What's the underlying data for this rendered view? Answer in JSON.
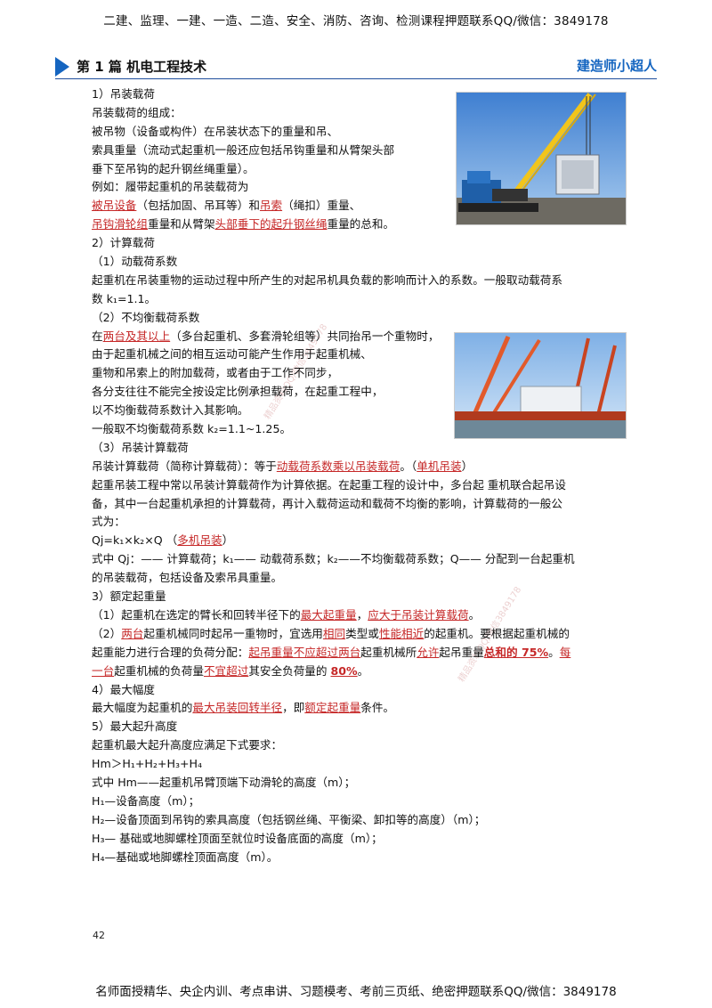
{
  "top_banner": "二建、监理、一建、一造、二造、安全、消防、咨询、检测课程押题联系QQ/微信：3849178",
  "header": {
    "title": "第 1 篇  机电工程技术",
    "brand": "建造师小超人"
  },
  "watermark": "精品资料QQ/微信3849178",
  "lines": [
    [
      {
        "t": "1）吊装载荷"
      }
    ],
    [
      {
        "t": "吊装载荷的组成："
      }
    ],
    [
      {
        "t": "被吊物（设备或构件）在吊装状态下的重量和吊、"
      }
    ],
    [
      {
        "t": "索具重量（流动式起重机一般还应包括吊钩重量和从臂架头部"
      }
    ],
    [
      {
        "t": "垂下至吊钩的起升钢丝绳重量）。"
      }
    ],
    [
      {
        "t": "例如：履带起重机的吊装载荷为"
      }
    ],
    [
      {
        "t": "被吊设备",
        "s": "u"
      },
      {
        "t": "（包括加固、吊耳等）和"
      },
      {
        "t": "吊索",
        "s": "u"
      },
      {
        "t": "（绳扣）重量、"
      }
    ],
    [
      {
        "t": "吊钩滑轮组",
        "s": "u"
      },
      {
        "t": "重量和从臂架"
      },
      {
        "t": "头部垂下的起升钢丝绳",
        "s": "u"
      },
      {
        "t": "重量的总和。"
      }
    ],
    [
      {
        "t": "2）计算载荷"
      }
    ],
    [
      {
        "t": "（1）动载荷系数"
      }
    ],
    [
      {
        "t": "起重机在吊装重物的运动过程中所产生的对起吊机具负载的影响而计入的系数。一般取动载荷系"
      }
    ],
    [
      {
        "t": "数 k₁=1.1。"
      }
    ],
    [
      {
        "t": "（2）不均衡载荷系数"
      }
    ],
    [
      {
        "t": "在"
      },
      {
        "t": "两台及其以上",
        "s": "u"
      },
      {
        "t": "（多台起重机、多套滑轮组等）共同抬吊一个重物时，"
      }
    ],
    [
      {
        "t": "由于起重机械之间的相互运动可能产生作用于起重机械、"
      }
    ],
    [
      {
        "t": "重物和吊索上的附加载荷，或者由于工作不同步，"
      }
    ],
    [
      {
        "t": "各分支往往不能完全按设定比例承担载荷，在起重工程中，"
      }
    ],
    [
      {
        "t": "以不均衡载荷系数计入其影响。"
      }
    ],
    [
      {
        "t": "一般取不均衡载荷系数 k₂=1.1~1.25。"
      }
    ],
    [
      {
        "t": "（3）吊装计算载荷"
      }
    ],
    [
      {
        "t": "吊装计算载荷（简称计算载荷）：等于"
      },
      {
        "t": "动载荷系数乘以吊装载荷",
        "s": "u"
      },
      {
        "t": "。（"
      },
      {
        "t": "单机吊装",
        "s": "u"
      },
      {
        "t": "）"
      }
    ],
    [
      {
        "t": "起重吊装工程中常以吊装计算载荷作为计算依据。在起重工程的设计中，多台起 重机联合起吊设"
      }
    ],
    [
      {
        "t": "备，其中一台起重机承担的计算载荷，再计入载荷运动和载荷不均衡的影响，计算载荷的一般公"
      }
    ],
    [
      {
        "t": "式为："
      }
    ],
    [
      {
        "t": "Qj=k₁×k₂×Q （"
      },
      {
        "t": "多机吊装",
        "s": "u"
      },
      {
        "t": "）"
      }
    ],
    [
      {
        "t": "式中 Qj：—— 计算载荷；k₁—— 动载荷系数；k₂——不均衡载荷系数；Q—— 分配到一台起重机"
      }
    ],
    [
      {
        "t": "的吊装载荷，包括设备及索吊具重量。"
      }
    ],
    [
      {
        "t": "3）额定起重量"
      }
    ],
    [
      {
        "t": "（1）起重机在选定的臂长和回转半径下的"
      },
      {
        "t": "最大起重量",
        "s": "u"
      },
      {
        "t": "，"
      },
      {
        "t": "应大于吊装计算载荷",
        "s": "u"
      },
      {
        "t": "。"
      }
    ],
    [
      {
        "t": "（2）"
      },
      {
        "t": "两台",
        "s": "u"
      },
      {
        "t": "起重机械同时起吊一重物时，宜选用"
      },
      {
        "t": "相同",
        "s": "u"
      },
      {
        "t": "类型或"
      },
      {
        "t": "性能相近",
        "s": "u"
      },
      {
        "t": "的起重机。要根据起重机械的"
      }
    ],
    [
      {
        "t": "起重能力进行合理的负荷分配："
      },
      {
        "t": "起吊重量不应超过两台",
        "s": "u"
      },
      {
        "t": "起重机械所"
      },
      {
        "t": "允许",
        "s": "u"
      },
      {
        "t": "起吊重量"
      },
      {
        "t": "总和的 75%",
        "s": "ub"
      },
      {
        "t": "。"
      },
      {
        "t": "每",
        "s": "u"
      }
    ],
    [
      {
        "t": "一台",
        "s": "u"
      },
      {
        "t": "起重机械的负荷量"
      },
      {
        "t": "不宜超过",
        "s": "u"
      },
      {
        "t": "其安全负荷量的 "
      },
      {
        "t": "80%",
        "s": "ub"
      },
      {
        "t": "。"
      }
    ],
    [
      {
        "t": "4）最大幅度"
      }
    ],
    [
      {
        "t": "最大幅度为起重机的"
      },
      {
        "t": "最大吊装回转半径",
        "s": "u"
      },
      {
        "t": "，即"
      },
      {
        "t": "额定起重量",
        "s": "u"
      },
      {
        "t": "条件。"
      }
    ],
    [
      {
        "t": "5）最大起升高度"
      }
    ],
    [
      {
        "t": "起重机最大起升高度应满足下式要求："
      }
    ],
    [
      {
        "t": "Hm＞H₁+H₂+H₃+H₄"
      }
    ],
    [
      {
        "t": "式中 Hm——起重机吊臂顶端下动滑轮的高度（m）；"
      }
    ],
    [
      {
        "t": " H₁—设备高度（m）；"
      }
    ],
    [
      {
        "t": "H₂—设备顶面到吊钩的索具高度（包括钢丝绳、平衡梁、卸扣等的高度）（m）；"
      }
    ],
    [
      {
        "t": "H₃— 基础或地脚螺栓顶面至就位时设备底面的高度（m）；"
      }
    ],
    [
      {
        "t": "H₄—基础或地脚螺栓顶面高度（m）。"
      }
    ]
  ],
  "page_number": "42",
  "bottom_banner": "名师面授精华、央企内训、考点串讲、习题模考、考前三页纸、绝密押题联系QQ/微信：3849178"
}
